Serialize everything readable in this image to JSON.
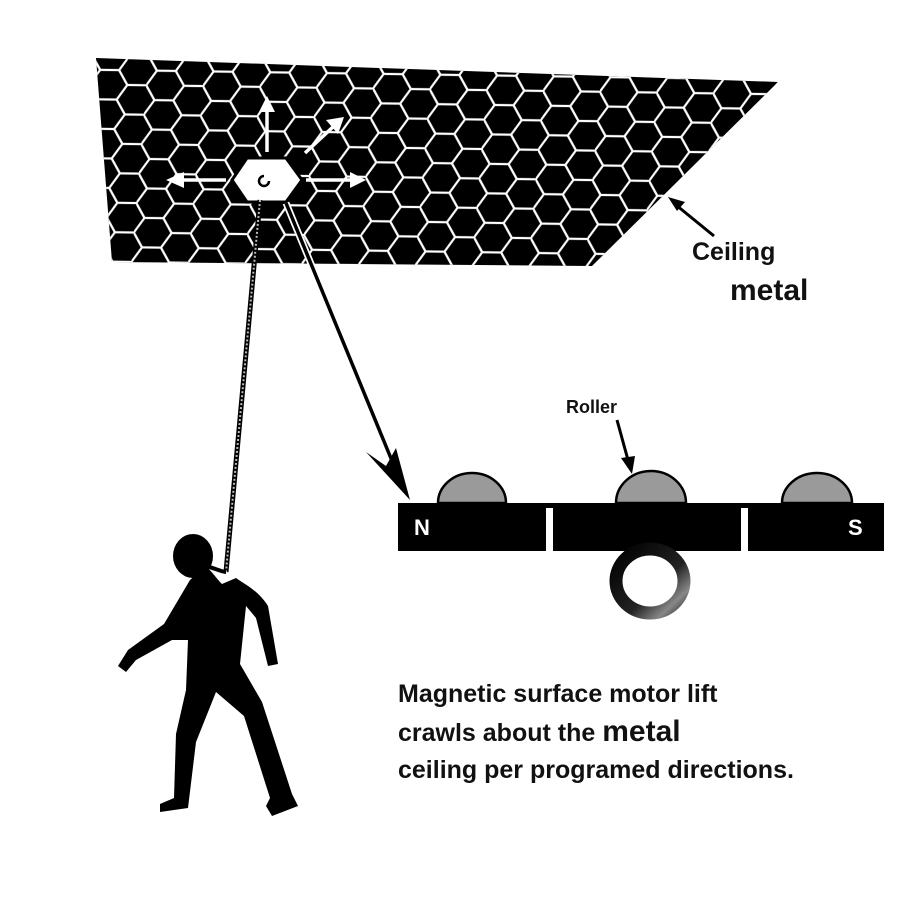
{
  "labels": {
    "ceiling_word": "Ceiling",
    "metal_word": "metal",
    "roller": "Roller",
    "north_pole": "N",
    "south_pole": "S"
  },
  "caption": {
    "line1": "Magnetic surface motor lift",
    "line2_prefix": "crawls about the",
    "line2_emphasis": "metal",
    "line3": "ceiling per programed directions."
  },
  "colors": {
    "ceiling_fill": "#000000",
    "hex_grid_stroke": "#ffffff",
    "magnet_bar": "#000000",
    "roller_fill": "#9a9a9a",
    "cable": "#888888",
    "figure": "#000000"
  },
  "icons": {
    "ceiling": "hexagon-grid-ceiling",
    "motor": "hexagon-motor-unit",
    "person": "walking-person-silhouette",
    "ring": "lift-ring"
  }
}
